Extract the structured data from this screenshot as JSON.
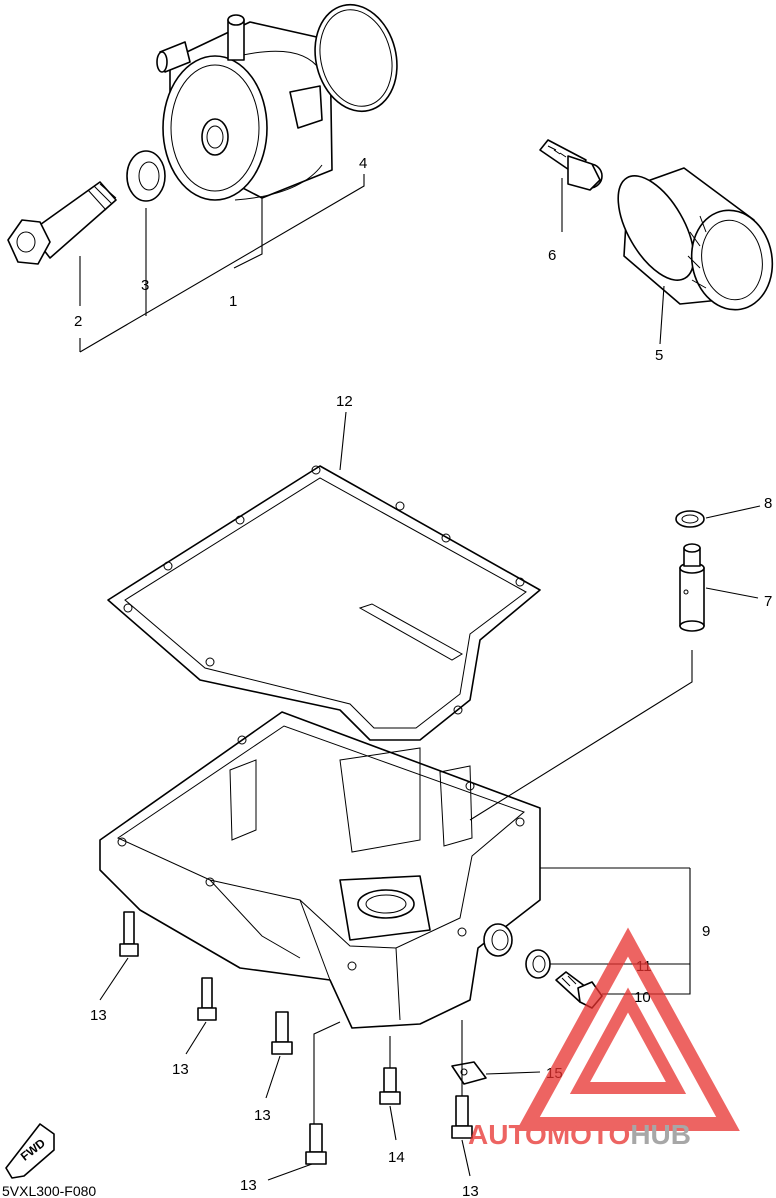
{
  "diagram_code": "5VXL300-F080",
  "fwd_label": "FWD",
  "watermark": {
    "part1": "AUTO",
    "part2": "MOTO",
    "part3": "HUB",
    "color_red": "#e8312e",
    "color_gray": "#8a8a8a"
  },
  "callouts": {
    "c1": "1",
    "c2": "2",
    "c3": "3",
    "c4": "4",
    "c5": "5",
    "c6": "6",
    "c7": "7",
    "c8": "8",
    "c9": "9",
    "c10": "10",
    "c11": "11",
    "c12": "12",
    "c13": "13",
    "c14": "14",
    "c15": "15"
  }
}
